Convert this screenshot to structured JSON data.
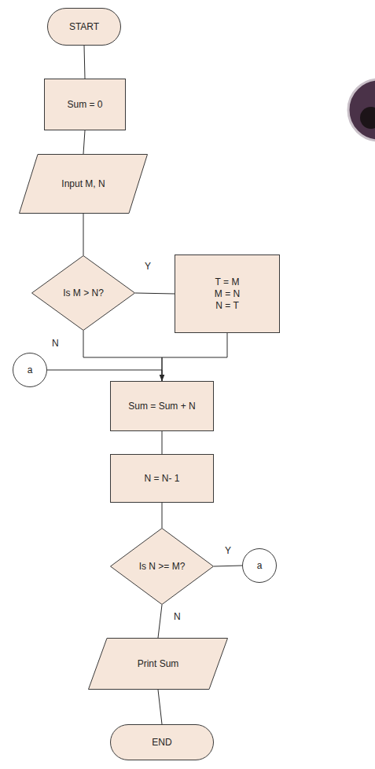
{
  "diagram": {
    "nodes": [
      {
        "text": [
          "START"
        ]
      },
      {
        "text": [
          "Sum = 0"
        ]
      },
      {
        "text": [
          "Input M, N"
        ]
      },
      {
        "text": [
          "Is M > N?"
        ]
      },
      {
        "text": [
          "T = M",
          "M = N",
          "N = T"
        ]
      },
      {
        "text": [
          "a"
        ]
      },
      {
        "text": [
          "Sum = Sum + N"
        ]
      },
      {
        "text": [
          "N = N- 1"
        ]
      },
      {
        "text": [
          "Is N >= M?"
        ]
      },
      {
        "text": [
          "a"
        ]
      },
      {
        "text": [
          "Print Sum"
        ]
      },
      {
        "text": [
          "END"
        ]
      }
    ],
    "edges": [
      {
        "from": 0,
        "to": 1,
        "arrow": "none"
      },
      {
        "from": 1,
        "to": 2,
        "arrow": "none"
      },
      {
        "from": 2,
        "to": 3,
        "arrow": "none"
      },
      {
        "from": 3,
        "to": 4,
        "label": "Y",
        "arrow": "none"
      },
      {
        "from": 3,
        "to": 6,
        "label": "N",
        "arrow": "none"
      },
      {
        "from": 4,
        "to": 6,
        "arrow": "to"
      },
      {
        "from": 5,
        "to": 6,
        "arrow": "to"
      },
      {
        "from": 6,
        "to": 7,
        "arrow": "none"
      },
      {
        "from": 7,
        "to": 8,
        "arrow": "none"
      },
      {
        "from": 8,
        "to": 9,
        "label": "Y",
        "arrow": "none"
      },
      {
        "from": 8,
        "to": 10,
        "label": "N",
        "arrow": "none"
      },
      {
        "from": 10,
        "to": 11,
        "arrow": "none"
      }
    ]
  }
}
